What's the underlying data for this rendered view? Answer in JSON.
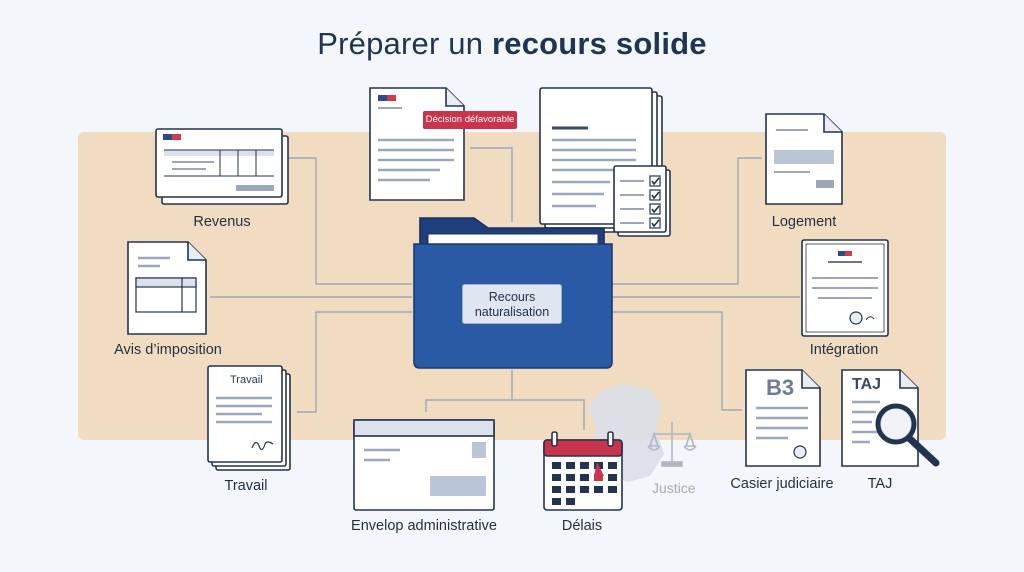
{
  "title": {
    "prefix": "Préparer un",
    "bold": "recours solide"
  },
  "center": {
    "label": "Recours naturalisation"
  },
  "badge": {
    "text": "Décision défavorable"
  },
  "labels": {
    "revenus": "Revenus",
    "avis": "Avis d’imposition",
    "travail": "Travail",
    "envelop": "Envelop administrative",
    "delais": "Délais",
    "logement": "Logement",
    "integration": "Intégration",
    "casier": "Casier judiciaire",
    "taj": "TAJ"
  },
  "doc_text": {
    "travail_header": "Travail",
    "b3": "B3",
    "taj_header": "TAJ",
    "justice": "Justice"
  },
  "colors": {
    "folder_blue": "#2a5aa5",
    "accent_red": "#c8344b",
    "navy": "#1e3553",
    "band_beige": "#f2dcc1"
  }
}
